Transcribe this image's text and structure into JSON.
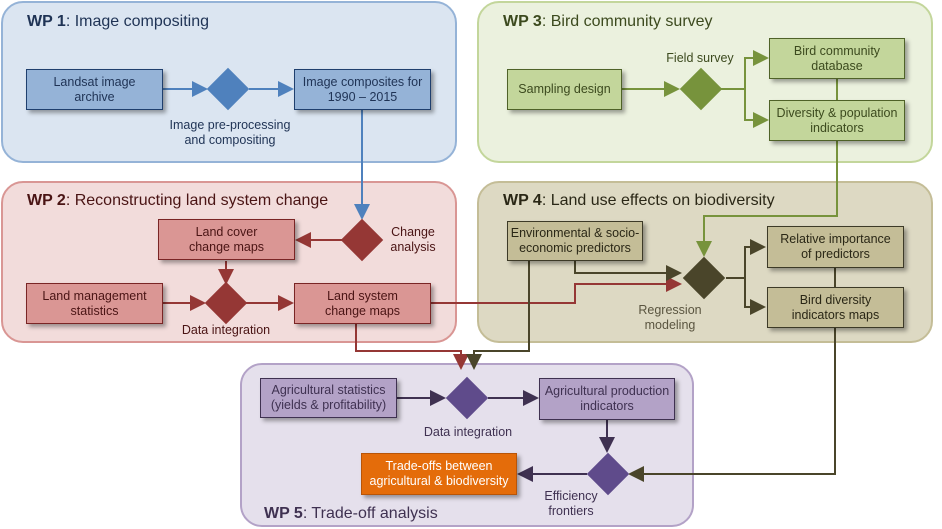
{
  "colors": {
    "wp1": {
      "bg": "#dbe5f1",
      "border": "#95b3d7",
      "box": "#95b3d7",
      "box_border": "#1f3f6e",
      "diamond": "#4f81bd",
      "text": "#1f3355",
      "line": "#4f81bd"
    },
    "wp2": {
      "bg": "#f2dcdb",
      "border": "#d99694",
      "box": "#da9694",
      "box_border": "#7a2525",
      "diamond": "#953735",
      "text": "#4a1414",
      "line": "#953735"
    },
    "wp3": {
      "bg": "#ebf1de",
      "border": "#c3d69b",
      "box": "#c3d69b",
      "box_border": "#4f6228",
      "diamond": "#77933c",
      "text": "#3c4a1e",
      "line": "#77933c"
    },
    "wp4": {
      "bg": "#ddd9c3",
      "border": "#c4bd97",
      "box": "#c4bd97",
      "box_border": "#3d3a27",
      "diamond": "#4a452a",
      "text": "#2a2716",
      "line": "#4a452a"
    },
    "wp5": {
      "bg": "#e5e0ec",
      "border": "#b3a2c7",
      "box": "#b3a2c7",
      "box_border": "#3f3151",
      "diamond": "#5f4b8b",
      "text": "#3f3151",
      "line": "#3f3151"
    },
    "highlight": {
      "box": "#e46c0a",
      "text": "#ffffff"
    }
  },
  "panels": {
    "wp1": {
      "prefix": "WP 1",
      "title": ": Image compositing"
    },
    "wp2": {
      "prefix": "WP 2",
      "title": ": Reconstructing land system change"
    },
    "wp3": {
      "prefix": "WP 3",
      "title": ": Bird community survey"
    },
    "wp4": {
      "prefix": "WP 4",
      "title": ": Land use effects on biodiversity"
    },
    "wp5": {
      "prefix": "WP 5",
      "title": ": Trade-off analysis"
    }
  },
  "boxes": {
    "landsat_archive": "Landsat image\narchive",
    "image_composites": "Image composites for\n1990 – 2015",
    "land_cover_maps": "Land cover\nchange maps",
    "land_management_stats": "Land management\nstatistics",
    "land_system_maps": "Land system\nchange maps",
    "sampling_design": "Sampling design",
    "bird_database": "Bird community\ndatabase",
    "diversity_indicators": "Diversity & population\nindicators",
    "env_predictors": "Environmental & socio-\neconomic predictors",
    "relative_importance": "Relative importance\nof predictors",
    "bird_diversity_maps": "Bird diversity\nindicators maps",
    "ag_statistics": "Agricultural statistics\n(yields & profitability)",
    "ag_production": "Agricultural production\nindicators",
    "tradeoffs": "Trade-offs between\nagricultural & biodiversity"
  },
  "labels": {
    "preprocessing": "Image pre-processing\nand compositing",
    "change_analysis": "Change\nanalysis",
    "data_integration_wp2": "Data integration",
    "field_survey": "Field survey",
    "regression": "Regression\nmodeling",
    "data_integration_wp5": "Data integration",
    "efficiency": "Efficiency\nfrontiers"
  }
}
